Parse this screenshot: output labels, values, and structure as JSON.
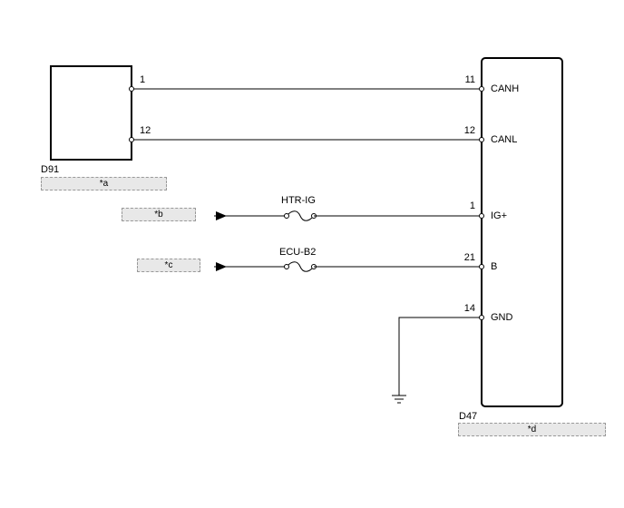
{
  "connectors": {
    "left": {
      "name": "D91",
      "pin_top": "1",
      "pin_bottom": "12"
    },
    "right": {
      "name": "D47"
    }
  },
  "wires": [
    {
      "pin": "11",
      "signal": "CANH"
    },
    {
      "pin": "12",
      "signal": "CANL"
    },
    {
      "pin": "1",
      "signal": "IG+"
    },
    {
      "pin": "21",
      "signal": "B"
    },
    {
      "pin": "14",
      "signal": "GND"
    }
  ],
  "fuses": [
    {
      "name": "HTR-IG"
    },
    {
      "name": "ECU-B2"
    }
  ],
  "tags": {
    "a": "*a",
    "b": "*b",
    "c": "*c",
    "d": "*d"
  }
}
